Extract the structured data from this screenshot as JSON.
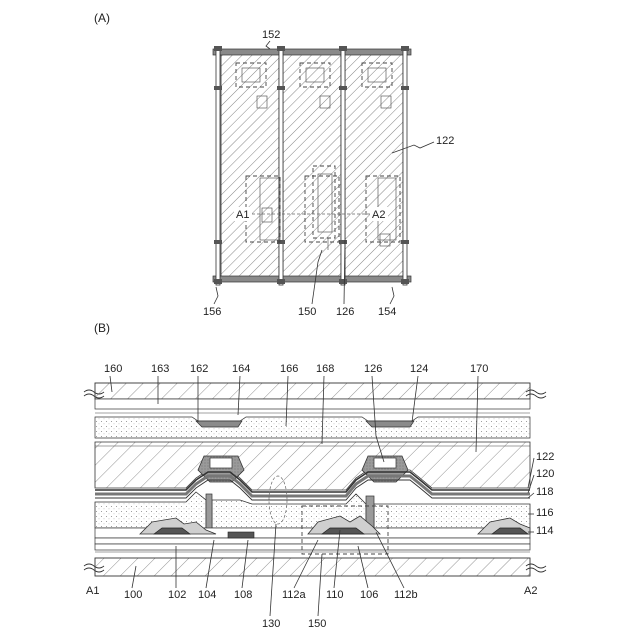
{
  "figure": {
    "panel_a_label": "(A)",
    "panel_b_label": "(B)",
    "panel_a": {
      "labels": {
        "l152": "152",
        "l122": "122",
        "l156": "156",
        "l150": "150",
        "l126": "126",
        "l154": "154",
        "lA1": "A1",
        "lA2": "A2"
      }
    },
    "panel_b": {
      "top_labels": {
        "l160": "160",
        "l163": "163",
        "l162": "162",
        "l164": "164",
        "l166": "166",
        "l168": "168",
        "l126": "126",
        "l124": "124",
        "l170": "170"
      },
      "right_labels": {
        "l122": "122",
        "l120": "120",
        "l118": "118",
        "l116": "116",
        "l114": "114"
      },
      "bottom_labels": {
        "lA1": "A1",
        "l100": "100",
        "l102": "102",
        "l104": "104",
        "l108": "108",
        "l130": "130",
        "l112a": "112a",
        "l150": "150",
        "l110": "110",
        "l106": "106",
        "l112b": "112b",
        "lA2": "A2"
      }
    }
  }
}
